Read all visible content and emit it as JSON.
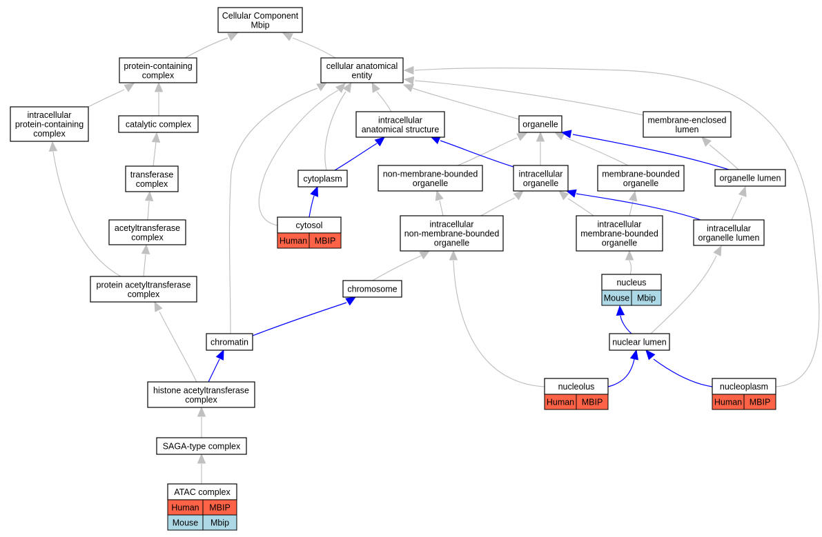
{
  "colors": {
    "human": "#ff6347",
    "mouse": "#add8e6",
    "edge_is_a": "#c0c0c0",
    "edge_part_of": "#0000ff"
  },
  "nodes": {
    "root": [
      "Cellular Component",
      "Mbip"
    ],
    "protein_containing_complex": [
      "protein-containing",
      "complex"
    ],
    "cellular_anatomical_entity": [
      "cellular anatomical",
      "entity"
    ],
    "intracellular_protein_containing_complex": [
      "intracellular",
      "protein-containing",
      "complex"
    ],
    "catalytic_complex": [
      "catalytic complex"
    ],
    "intracellular_anatomical_structure": [
      "intracellular",
      "anatomical structure"
    ],
    "organelle": [
      "organelle"
    ],
    "membrane_enclosed_lumen": [
      "membrane-enclosed",
      "lumen"
    ],
    "transferase_complex": [
      "transferase",
      "complex"
    ],
    "cytoplasm": [
      "cytoplasm"
    ],
    "non_membrane_bounded_organelle": [
      "non-membrane-bounded",
      "organelle"
    ],
    "intracellular_organelle": [
      "intracellular",
      "organelle"
    ],
    "membrane_bounded_organelle": [
      "membrane-bounded",
      "organelle"
    ],
    "organelle_lumen": [
      "organelle lumen"
    ],
    "acetyltransferase_complex": [
      "acetyltransferase",
      "complex"
    ],
    "cytosol": [
      "cytosol"
    ],
    "intracellular_non_membrane_bounded_organelle": [
      "intracellular",
      "non-membrane-bounded",
      "organelle"
    ],
    "intracellular_membrane_bounded_organelle": [
      "intracellular",
      "membrane-bounded",
      "organelle"
    ],
    "intracellular_organelle_lumen": [
      "intracellular",
      "organelle lumen"
    ],
    "protein_acetyltransferase_complex": [
      "protein acetyltransferase",
      "complex"
    ],
    "chromosome": [
      "chromosome"
    ],
    "nucleus": [
      "nucleus"
    ],
    "chromatin": [
      "chromatin"
    ],
    "nuclear_lumen": [
      "nuclear lumen"
    ],
    "histone_acetyltransferase_complex": [
      "histone acetyltransferase",
      "complex"
    ],
    "nucleolus": [
      "nucleolus"
    ],
    "nucleoplasm": [
      "nucleoplasm"
    ],
    "saga_type_complex": [
      "SAGA-type complex"
    ],
    "atac_complex": [
      "ATAC complex"
    ]
  },
  "annotations": {
    "cytosol": [
      {
        "species": "Human",
        "gene": "MBIP"
      }
    ],
    "nucleus": [
      {
        "species": "Mouse",
        "gene": "Mbip"
      }
    ],
    "nucleolus": [
      {
        "species": "Human",
        "gene": "MBIP"
      }
    ],
    "nucleoplasm": [
      {
        "species": "Human",
        "gene": "MBIP"
      }
    ],
    "atac_complex": [
      {
        "species": "Human",
        "gene": "MBIP"
      },
      {
        "species": "Mouse",
        "gene": "Mbip"
      }
    ]
  },
  "edges": [
    {
      "from": "protein_containing_complex",
      "to": "root",
      "type": "is_a"
    },
    {
      "from": "cellular_anatomical_entity",
      "to": "root",
      "type": "is_a"
    },
    {
      "from": "intracellular_protein_containing_complex",
      "to": "protein_containing_complex",
      "type": "is_a"
    },
    {
      "from": "catalytic_complex",
      "to": "protein_containing_complex",
      "type": "is_a"
    },
    {
      "from": "transferase_complex",
      "to": "catalytic_complex",
      "type": "is_a"
    },
    {
      "from": "acetyltransferase_complex",
      "to": "transferase_complex",
      "type": "is_a"
    },
    {
      "from": "protein_acetyltransferase_complex",
      "to": "acetyltransferase_complex",
      "type": "is_a"
    },
    {
      "from": "protein_acetyltransferase_complex",
      "to": "intracellular_protein_containing_complex",
      "type": "is_a"
    },
    {
      "from": "histone_acetyltransferase_complex",
      "to": "protein_acetyltransferase_complex",
      "type": "is_a"
    },
    {
      "from": "histone_acetyltransferase_complex",
      "to": "chromatin",
      "type": "part_of"
    },
    {
      "from": "saga_type_complex",
      "to": "histone_acetyltransferase_complex",
      "type": "is_a"
    },
    {
      "from": "atac_complex",
      "to": "saga_type_complex",
      "type": "is_a"
    },
    {
      "from": "intracellular_anatomical_structure",
      "to": "cellular_anatomical_entity",
      "type": "is_a"
    },
    {
      "from": "organelle",
      "to": "cellular_anatomical_entity",
      "type": "is_a"
    },
    {
      "from": "membrane_enclosed_lumen",
      "to": "cellular_anatomical_entity",
      "type": "is_a"
    },
    {
      "from": "cytoplasm",
      "to": "cellular_anatomical_entity",
      "type": "is_a"
    },
    {
      "from": "cytoplasm",
      "to": "intracellular_anatomical_structure",
      "type": "part_of"
    },
    {
      "from": "cytosol",
      "to": "cellular_anatomical_entity",
      "type": "is_a"
    },
    {
      "from": "cytosol",
      "to": "cytoplasm",
      "type": "part_of"
    },
    {
      "from": "chromatin",
      "to": "cellular_anatomical_entity",
      "type": "is_a"
    },
    {
      "from": "chromatin",
      "to": "chromosome",
      "type": "part_of"
    },
    {
      "from": "nucleoplasm",
      "to": "cellular_anatomical_entity",
      "type": "is_a"
    },
    {
      "from": "nucleoplasm",
      "to": "nuclear_lumen",
      "type": "part_of"
    },
    {
      "from": "non_membrane_bounded_organelle",
      "to": "organelle",
      "type": "is_a"
    },
    {
      "from": "intracellular_organelle",
      "to": "organelle",
      "type": "is_a"
    },
    {
      "from": "intracellular_organelle",
      "to": "intracellular_anatomical_structure",
      "type": "part_of"
    },
    {
      "from": "membrane_bounded_organelle",
      "to": "organelle",
      "type": "is_a"
    },
    {
      "from": "organelle_lumen",
      "to": "membrane_enclosed_lumen",
      "type": "is_a"
    },
    {
      "from": "organelle_lumen",
      "to": "organelle",
      "type": "part_of"
    },
    {
      "from": "intracellular_non_membrane_bounded_organelle",
      "to": "non_membrane_bounded_organelle",
      "type": "is_a"
    },
    {
      "from": "intracellular_non_membrane_bounded_organelle",
      "to": "intracellular_organelle",
      "type": "is_a"
    },
    {
      "from": "intracellular_membrane_bounded_organelle",
      "to": "intracellular_organelle",
      "type": "is_a"
    },
    {
      "from": "intracellular_membrane_bounded_organelle",
      "to": "membrane_bounded_organelle",
      "type": "is_a"
    },
    {
      "from": "intracellular_organelle_lumen",
      "to": "organelle_lumen",
      "type": "is_a"
    },
    {
      "from": "intracellular_organelle_lumen",
      "to": "intracellular_organelle",
      "type": "part_of"
    },
    {
      "from": "chromosome",
      "to": "intracellular_non_membrane_bounded_organelle",
      "type": "is_a"
    },
    {
      "from": "nucleus",
      "to": "intracellular_membrane_bounded_organelle",
      "type": "is_a"
    },
    {
      "from": "nuclear_lumen",
      "to": "intracellular_organelle_lumen",
      "type": "is_a"
    },
    {
      "from": "nuclear_lumen",
      "to": "nucleus",
      "type": "part_of"
    },
    {
      "from": "nucleolus",
      "to": "intracellular_non_membrane_bounded_organelle",
      "type": "is_a"
    },
    {
      "from": "nucleolus",
      "to": "nuclear_lumen",
      "type": "part_of"
    }
  ]
}
